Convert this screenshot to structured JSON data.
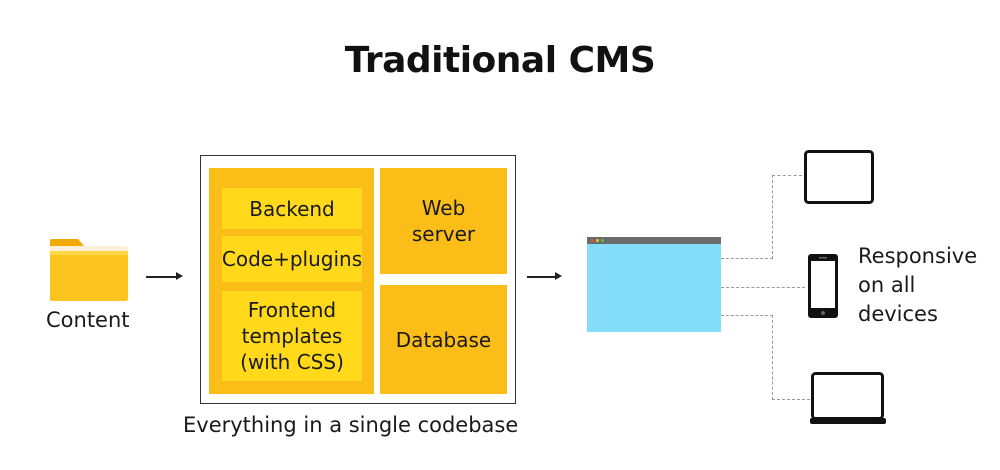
{
  "title": "Traditional CMS",
  "content": {
    "label": "Content",
    "icon": "folder-icon"
  },
  "codebase": {
    "caption": "Everything in a single codebase",
    "backend": "Backend",
    "code_plugins": "Code+plugins",
    "frontend_line1": "Frontend",
    "frontend_line2": "templates",
    "frontend_line3": "(with CSS)",
    "web_server_line1": "Web",
    "web_server_line2": "server",
    "database": "Database"
  },
  "devices": {
    "label_line1": "Responsive",
    "label_line2": "on all",
    "label_line3": "devices",
    "items": [
      "tablet-icon",
      "phone-icon",
      "laptop-icon"
    ]
  },
  "colors": {
    "orange": "#fbbd18",
    "yellow": "#ffd91a",
    "browser_blue": "#84ddf9",
    "browser_bar": "#6b6b6b",
    "folder": "#f9c21b"
  }
}
